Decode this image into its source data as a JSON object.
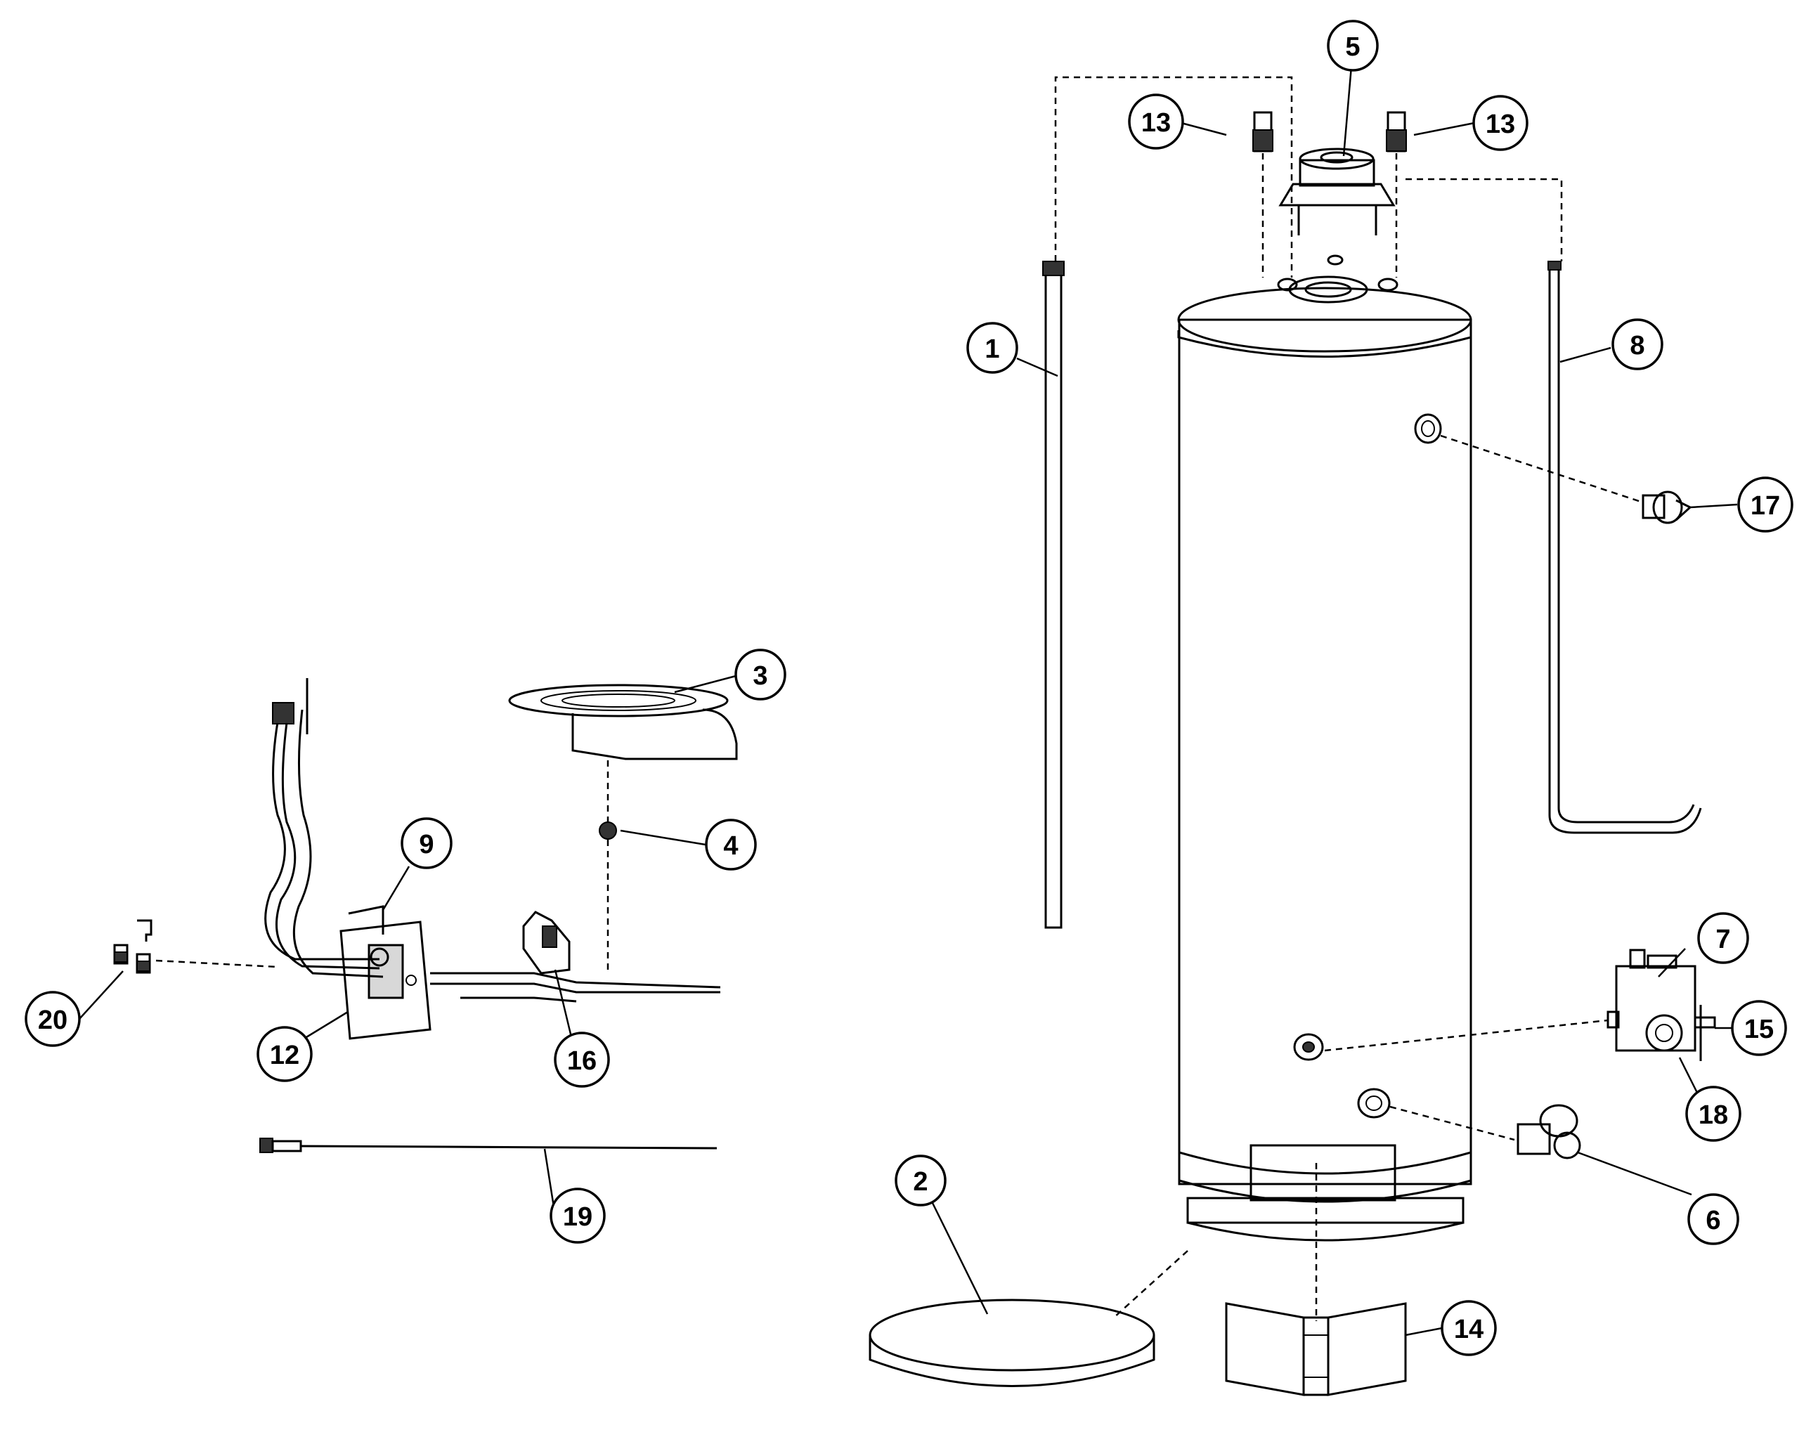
{
  "callouts": [
    {
      "label": "1"
    },
    {
      "label": "2"
    },
    {
      "label": "3"
    },
    {
      "label": "4"
    },
    {
      "label": "5"
    },
    {
      "label": "6"
    },
    {
      "label": "7"
    },
    {
      "label": "8"
    },
    {
      "label": "9"
    },
    {
      "label": "12"
    },
    {
      "label": "13"
    },
    {
      "label": "13"
    },
    {
      "label": "14"
    },
    {
      "label": "15"
    },
    {
      "label": "16"
    },
    {
      "label": "17"
    },
    {
      "label": "18"
    },
    {
      "label": "19"
    },
    {
      "label": "20"
    }
  ],
  "colors": {
    "line": "#000000",
    "background": "#ffffff",
    "shade": "#d8d8d8"
  }
}
